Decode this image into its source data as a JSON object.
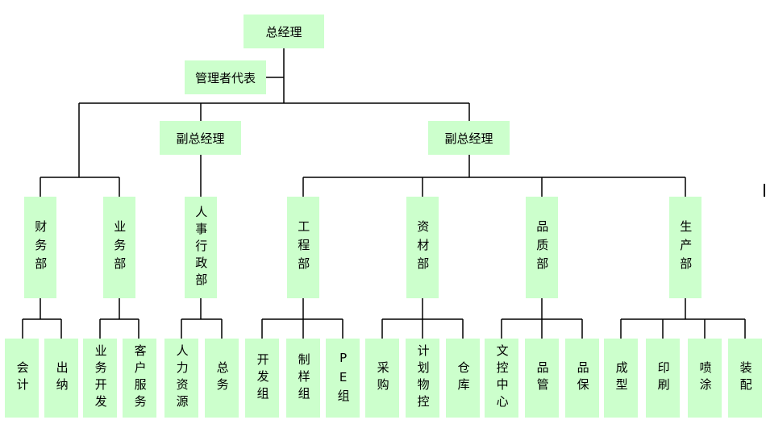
{
  "colors": {
    "box_fill": "#ccffcc",
    "line": "#000000"
  },
  "org": {
    "gm": "总经理",
    "mgmt_rep": "管理者代表",
    "deputy_left": "副总经理",
    "deputy_right": "副总经理",
    "depts": {
      "finance": "财务部",
      "business": "业务部",
      "hr_admin": "人事行政部",
      "engineering": "工程部",
      "materials": "资材部",
      "quality": "品质部",
      "production": "生产部"
    },
    "subs": {
      "accounting": "会计",
      "cashier": "出纳",
      "biz_dev": "业务开发",
      "customer_service": "客户服务",
      "human_resources": "人力资源",
      "general_affairs": "总务",
      "dev_group": "开发组",
      "sample_group": "制样组",
      "pe_group": "PE组",
      "purchasing": "采购",
      "planning_control": "计划物控",
      "warehouse": "仓库",
      "doc_center": "文控中心",
      "qc_mgmt": "品管",
      "qa": "品保",
      "molding": "成型",
      "printing": "印刷",
      "spraying": "喷涂",
      "assembly": "装配"
    }
  }
}
